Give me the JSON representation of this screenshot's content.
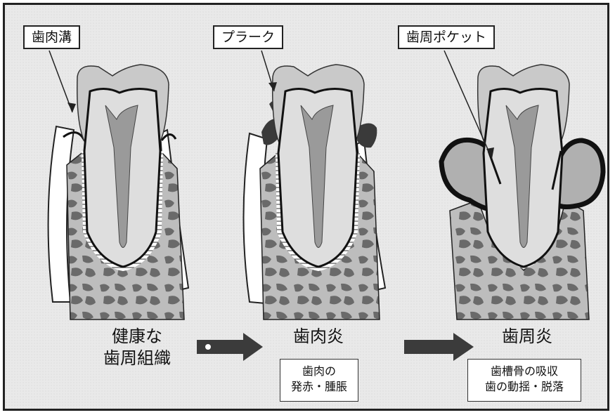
{
  "labels": {
    "sulcus": "歯肉溝",
    "plaque": "プラーク",
    "pocket": "歯周ポケット"
  },
  "stages": {
    "healthy": {
      "line1": "健康な",
      "line2": "歯周組織"
    },
    "gingivitis": {
      "title": "歯肉炎",
      "effect_line1": "歯肉の",
      "effect_line2": "発赤・腫脹"
    },
    "periodontitis": {
      "title": "歯周炎",
      "effect_line1": "歯槽骨の吸収",
      "effect_line2": "歯の動揺・脱落"
    }
  },
  "colors": {
    "enamel": "#c9c9c9",
    "dentin": "#dedede",
    "pulp": "#9a9a9a",
    "bone": "#bdbdbd",
    "bone_cavity": "#6a6a6a",
    "plaque": "#3a3a3a",
    "arrow": "#3b3b3b"
  }
}
